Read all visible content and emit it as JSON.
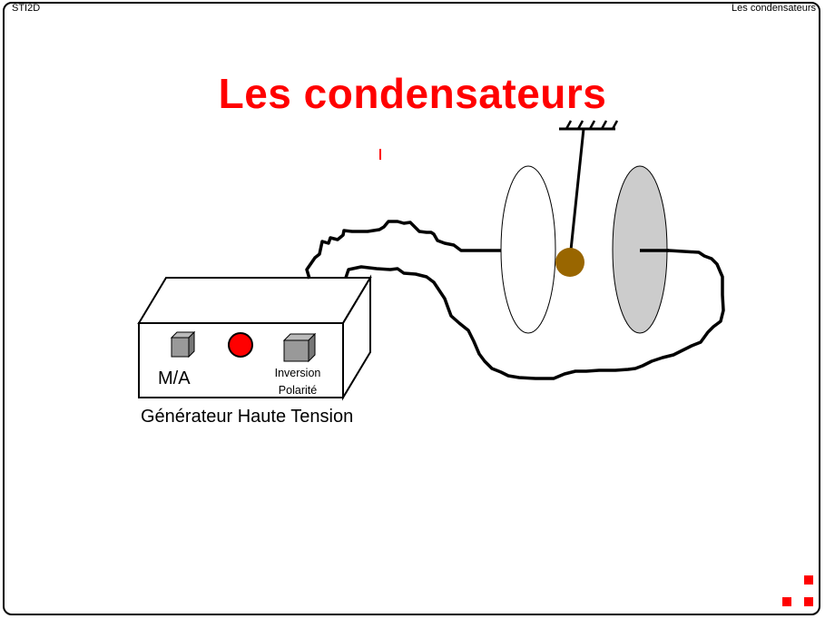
{
  "header": {
    "left": "STI2D",
    "right": "Les condensateurs"
  },
  "title": "Les condensateurs",
  "generator": {
    "label": "Générateur Haute Tension",
    "power_button_label": "M/A",
    "polarity_button_label_line1": "Inversion",
    "polarity_button_label_line2": "Polarité"
  },
  "colors": {
    "title": "#ff0000",
    "indicator_light": "#ff0000",
    "pendulum_ball": "#996600",
    "charged_plate": "#cccccc",
    "button": "#999999",
    "logo": "#ff0000"
  },
  "icons": {
    "logo": "red-squares-logo"
  }
}
